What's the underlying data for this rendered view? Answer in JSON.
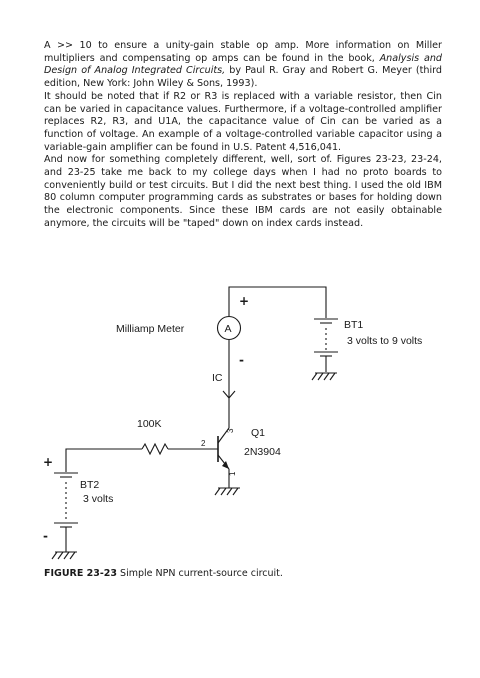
{
  "paragraphs": [
    {
      "p1": "A >> 10 to ensure a unity-gain stable op amp. More information on Miller multipliers and compensating op amps can be found in the book, ",
      "book": "Analysis and Design of Analog Integrated Circuits,",
      "p2": " by Paul R. Gray and Robert G. Meyer (third edition, New York: John Wiley & Sons, 1993)."
    },
    {
      "text": "It should be noted that if R2 or R3 is replaced with a variable resistor, then Cin can be varied in capacitance values. Furthermore, if a voltage-controlled amplifier replaces R2, R3, and U1A, the capacitance value of Cin can be varied as a function of voltage. An example of a voltage-controlled variable capacitor using a variable-gain amplifier can be found in U.S. Patent 4,516,041."
    },
    {
      "text": "And now for something completely different, well, sort of. Figures 23-23, 23-24, and 23-25 take me back to my college days when I had no proto boards to conveniently build or test circuits. But I did the next best thing. I used the old IBM 80 column computer programming cards as substrates or bases for holding down the electronic components. Since these IBM cards are not easily obtainable anymore, the circuits will be \"taped\" down on index cards instead."
    }
  ],
  "schematic": {
    "meter_label": "Milliamp Meter",
    "meter_symbol": "A",
    "meter_plus": "+",
    "meter_minus": "-",
    "current_label": "IC",
    "bt1_name": "BT1",
    "bt1_value": "3 volts to 9 volts",
    "resistor_value": "100K",
    "transistor_name": "Q1",
    "transistor_part": "2N3904",
    "pin_base": "2",
    "pin_collector": "3",
    "pin_emitter": "1",
    "bt2_plus": "+",
    "bt2_minus": "-",
    "bt2_name": "BT2",
    "bt2_value": "3 volts"
  },
  "caption": {
    "number": "FIGURE 23-23",
    "text": " Simple NPN current-source circuit."
  }
}
